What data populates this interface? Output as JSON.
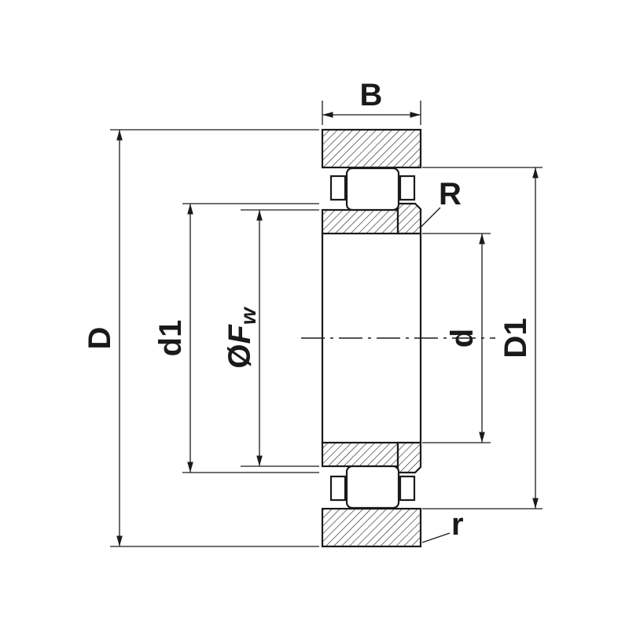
{
  "diagram": {
    "background_color": "#ffffff",
    "line_color": "#1a1a1a",
    "dimensions": {
      "width_label": "B",
      "outer_diameter_label": "D",
      "rib_diameter_label": "d1",
      "raceway_diameter_prefix": "Ø",
      "raceway_diameter_letter": "F",
      "raceway_diameter_subscript": "w",
      "bore_diameter_label": "d",
      "outer_raceway_diameter_label": "D1",
      "radius_upper_label": "R",
      "radius_lower_label": "r"
    }
  }
}
